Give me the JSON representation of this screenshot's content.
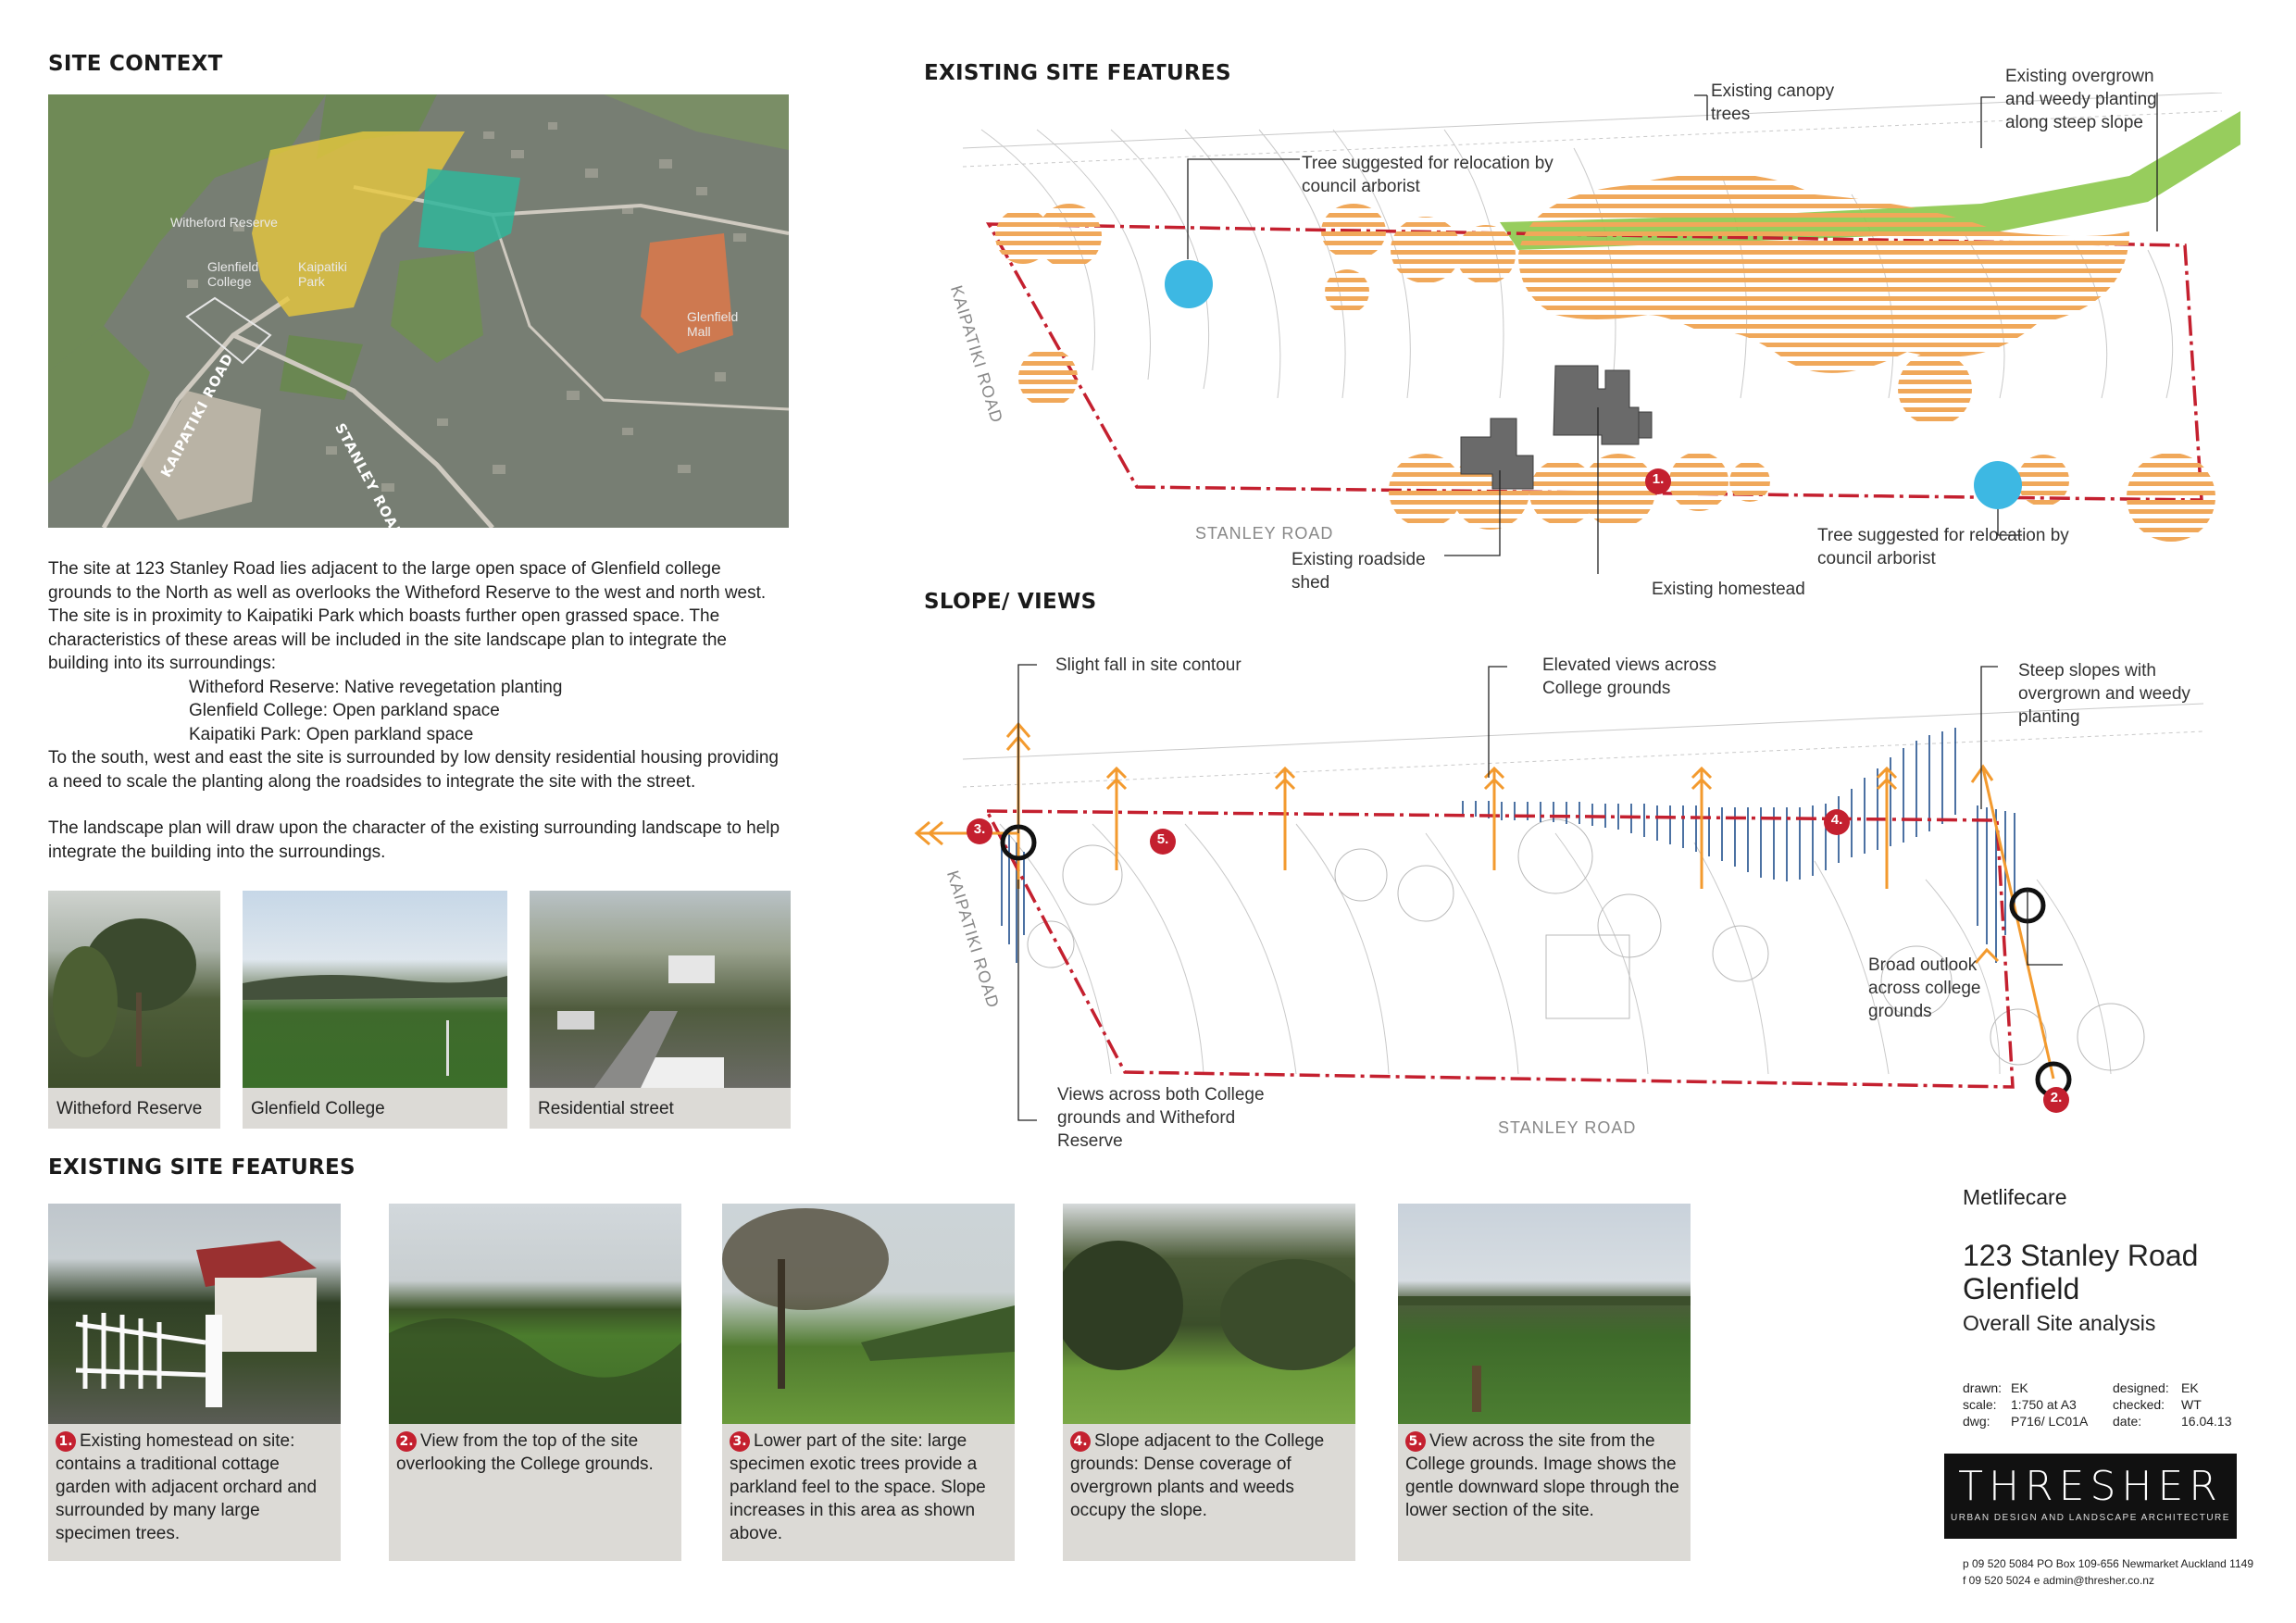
{
  "site_context": {
    "heading": "SITE CONTEXT",
    "map_labels": {
      "witheford": "Witheford Reserve",
      "glenfield_college": "Glenfield College",
      "kaipatiki_park": "Kaipatiki Park",
      "glenfield_mall": "Glenfield Mall",
      "kaipatiki_road": "KAIPATIKI ROAD",
      "stanley_road": "STANLEY ROAD"
    },
    "paragraph1": "The site at 123 Stanley Road lies adjacent to the large open space of Glenfield college grounds to the North as well as overlooks the Witheford Reserve to the west and north west. The site is in proximity to Kaipatiki Park which boasts further open grassed space. The characteristics of these areas will be included in the site landscape plan to integrate the building into its surroundings:",
    "list": [
      "Witheford Reserve: Native revegetation planting",
      "Glenfield College: Open parkland space",
      "Kaipatiki Park: Open parkland space"
    ],
    "paragraph2": "To the south, west and east the site is surrounded by low density residential housing providing a need to scale the planting along the roadsides to integrate the site with the street.",
    "paragraph3": "The landscape plan will draw upon the character of the existing surrounding landscape to help integrate the building into the surroundings.",
    "photos": [
      {
        "caption": "Witheford Reserve"
      },
      {
        "caption": "Glenfield College"
      },
      {
        "caption": "Residential street"
      }
    ]
  },
  "existing_features_plan": {
    "heading": "EXISTING SITE FEATURES",
    "labels": {
      "canopy": "Existing canopy trees",
      "overgrown": "Existing overgrown and weedy planting along steep slope",
      "relocation_a": "Tree suggested for relocation by council arborist",
      "relocation_b": "Tree suggested for relocation by council arborist",
      "shed": "Existing roadside shed",
      "homestead": "Existing homestead",
      "kaipatiki_road": "KAIPATIKI ROAD",
      "stanley_road": "STANLEY ROAD",
      "marker": "1."
    }
  },
  "slope_views": {
    "heading": "SLOPE/ VIEWS",
    "labels": {
      "slight_fall": "Slight fall in site contour",
      "elevated": "Elevated views across College grounds",
      "steep": "Steep slopes with overgrown and weedy planting",
      "broad": "Broad outlook across college grounds",
      "views_both": "Views across both College grounds and Witheford Reserve",
      "kaipatiki_road": "KAIPATIKI ROAD",
      "stanley_road": "STANLEY ROAD",
      "m2": "2.",
      "m3": "3.",
      "m4": "4.",
      "m5": "5."
    }
  },
  "existing_features_photos": {
    "heading": "EXISTING SITE FEATURES",
    "items": [
      {
        "num": "1.",
        "text": "Existing homestead on site: contains a traditional cottage garden with adjacent orchard and surrounded by many large specimen trees."
      },
      {
        "num": "2.",
        "text": "View from the top of the site overlooking the College grounds."
      },
      {
        "num": "3.",
        "text": "Lower part of the site: large specimen exotic trees provide a parkland feel to the space. Slope increases in this area as shown above."
      },
      {
        "num": "4.",
        "text": "Slope adjacent to the College grounds: Dense coverage of overgrown plants and weeds occupy the slope."
      },
      {
        "num": "5.",
        "text": "View across the site from the College grounds. Image shows the gentle downward slope through the lower section of the site."
      }
    ]
  },
  "title_block": {
    "client": "Metlifecare",
    "address1": "123 Stanley Road",
    "address2": "Glenfield",
    "subtitle": "Overall Site analysis",
    "drawn_label": "drawn:",
    "drawn": "EK",
    "designed_label": "designed:",
    "designed": "EK",
    "scale_label": "scale:",
    "scale": "1:750 at A3",
    "checked_label": "checked:",
    "checked": "WT",
    "dwg_label": "dwg:",
    "dwg": "P716/ LC01A",
    "date_label": "date:",
    "date": "16.04.13",
    "logo": "THRESHER",
    "logo_sub": "URBAN DESIGN AND LANDSCAPE ARCHITECTURE",
    "contact1": "p 09 520 5084   PO Box 109-656  Newmarket  Auckland 1149",
    "contact2": "f  09 520 5024   e  admin@thresher.co.nz"
  },
  "colors": {
    "tree_orange": "#f0a85a",
    "slope_green": "#8cc84b",
    "relocation_blue": "#3db8e3",
    "boundary_red": "#c4202f",
    "arrow_orange": "#f39a2e",
    "slope_blue": "#1f4e8c"
  }
}
